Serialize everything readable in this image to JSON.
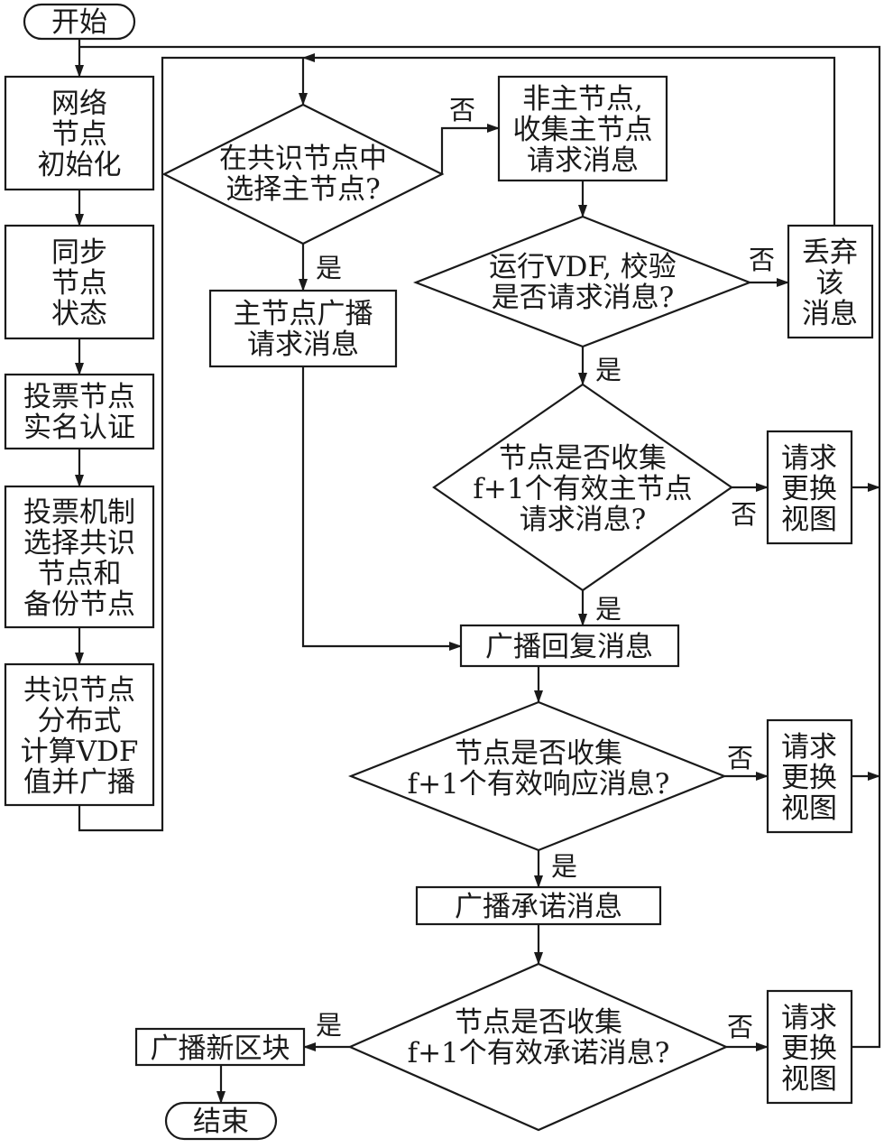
{
  "nodes": {
    "start": "开始",
    "init": [
      "网络",
      "节点",
      "初始化"
    ],
    "sync": [
      "同步",
      "节点",
      "状态"
    ],
    "realname": [
      "投票节点",
      "实名认证"
    ],
    "vote": [
      "投票机制",
      "选择共识",
      "节点和",
      "备份节点"
    ],
    "vdf_calc": [
      "共识节点",
      "分布式",
      "计算VDF",
      "值并广播"
    ],
    "select_primary": [
      "在共识节点中",
      "选择主节点?"
    ],
    "primary_broadcast": [
      "主节点广播",
      "请求消息"
    ],
    "non_primary": [
      "非主节点,",
      "收集主节点",
      "请求消息"
    ],
    "run_vdf": [
      "运行VDF, 校验",
      "是否请求消息?"
    ],
    "discard": [
      "丢弃",
      "该",
      "消息"
    ],
    "collect_primary": [
      "节点是否收集",
      "f+1个有效主节点",
      "请求消息?"
    ],
    "view_change_1": [
      "请求",
      "更换",
      "视图"
    ],
    "broadcast_reply": "广播回复消息",
    "collect_response": [
      "节点是否收集",
      "f+1个有效响应消息?"
    ],
    "view_change_2": [
      "请求",
      "更换",
      "视图"
    ],
    "broadcast_commit": "广播承诺消息",
    "collect_commit": [
      "节点是否收集",
      "f+1个有效承诺消息?"
    ],
    "view_change_3": [
      "请求",
      "更换",
      "视图"
    ],
    "broadcast_block": "广播新区块",
    "end": "结束"
  },
  "labels": {
    "yes": "是",
    "no": "否"
  }
}
